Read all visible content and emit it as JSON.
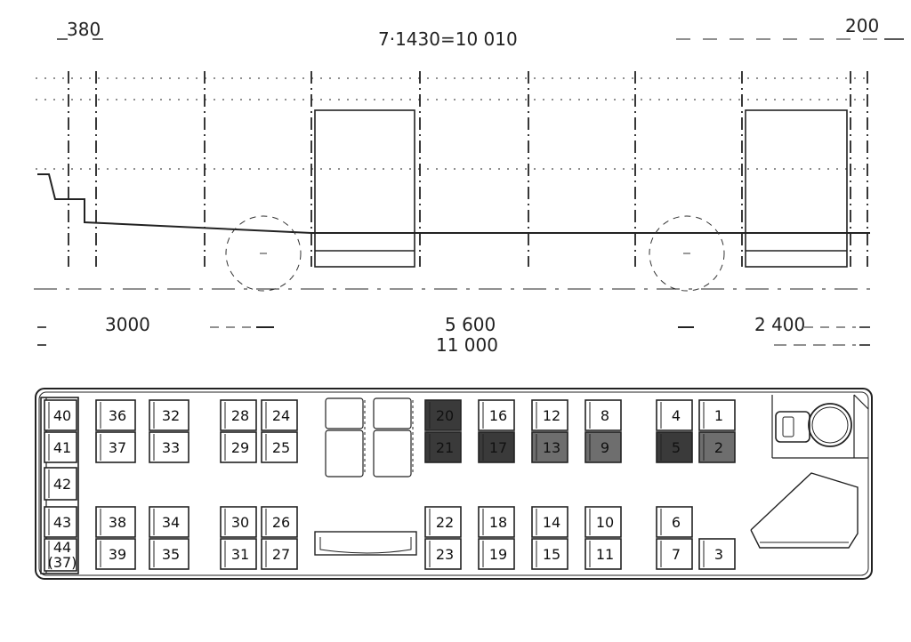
{
  "dimensions": {
    "front_overhang_gap": "380",
    "window_pitch_formula": "7·1430=10 010",
    "rear_gap": "200",
    "front_section": "3000",
    "wheelbase": "5 600",
    "rear_overhang": "2 400",
    "overall_length": "11 000"
  },
  "seats": {
    "n1": "1",
    "n2": "2",
    "n3": "3",
    "n4": "4",
    "n5": "5",
    "n6": "6",
    "n7": "7",
    "n8": "8",
    "n9": "9",
    "n10": "10",
    "n11": "11",
    "n12": "12",
    "n13": "13",
    "n14": "14",
    "n15": "15",
    "n16": "16",
    "n17": "17",
    "n18": "18",
    "n19": "19",
    "n20": "20",
    "n21": "21",
    "n22": "22",
    "n23": "23",
    "n24": "24",
    "n25": "25",
    "n26": "26",
    "n27": "27",
    "n28": "28",
    "n29": "29",
    "n30": "30",
    "n31": "31",
    "n32": "32",
    "n33": "33",
    "n34": "34",
    "n35": "35",
    "n36": "36",
    "n37": "37",
    "n38": "38",
    "n39": "39",
    "n40": "40",
    "n41": "41",
    "n42": "42",
    "n43": "43",
    "n44": "44",
    "n44b": "(37)"
  },
  "colors": {
    "line": "#222222",
    "shade": "#6e6e6e",
    "shade_dark": "#3a3a3a"
  }
}
